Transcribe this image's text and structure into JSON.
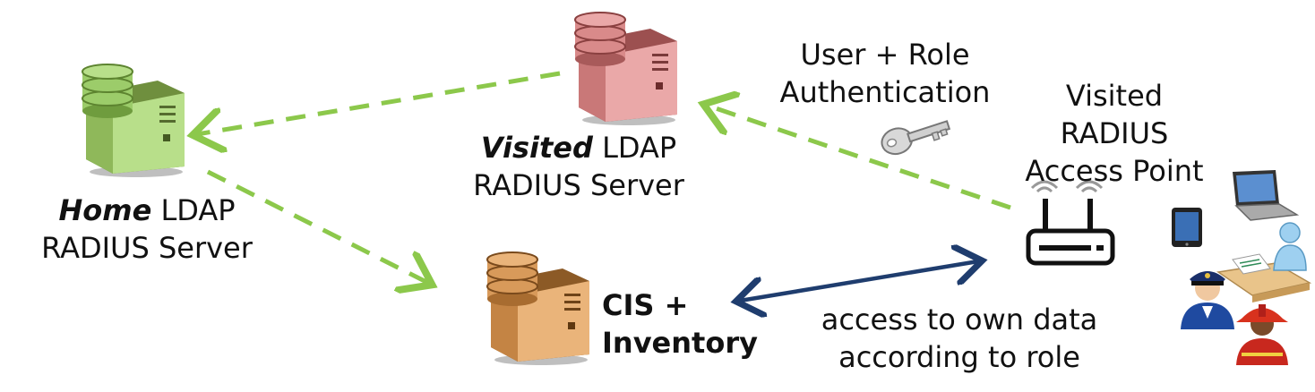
{
  "nodes": {
    "home_server": {
      "emph": "Home",
      "line1_rest": "LDAP",
      "line2": "RADIUS Server",
      "color": "#9ccc6a"
    },
    "visited_server": {
      "emph": "Visited",
      "line1_rest": "LDAP",
      "line2": "RADIUS Server",
      "color": "#d98a8a"
    },
    "cis_server": {
      "line1": "CIS +",
      "line2": "Inventory",
      "color": "#d89a5a"
    },
    "access_point": {
      "line1": "Visited",
      "line2": "RADIUS",
      "line3": "Access Point"
    }
  },
  "edges": {
    "auth_label": {
      "line1": "User + Role",
      "line2": "Authentication"
    },
    "data_label": {
      "line1": "access to own data",
      "line2": "according to role"
    }
  },
  "colors": {
    "dashed_arrow": "#8cc84b",
    "solid_arrow": "#1f3d6e"
  },
  "icons": [
    "server-icon",
    "key-icon",
    "router-icon",
    "wifi-icon",
    "tablet-icon",
    "laptop-icon",
    "office-worker-icon",
    "police-officer-icon",
    "firefighter-icon"
  ]
}
